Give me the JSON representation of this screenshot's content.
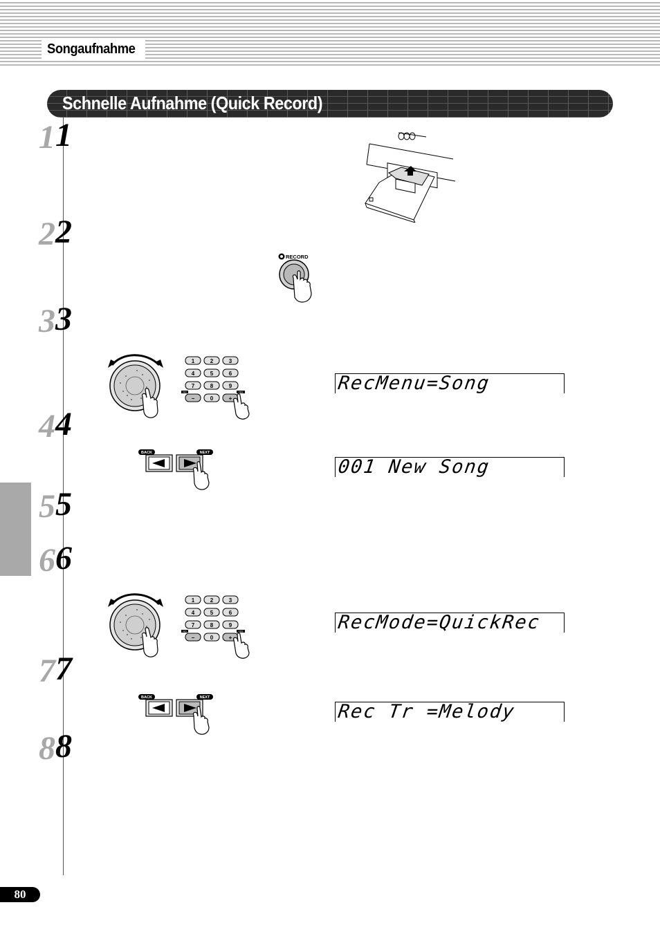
{
  "header": {
    "chapter_title": "Songaufnahme"
  },
  "section": {
    "title": "Schnelle Aufnahme (Quick Record)"
  },
  "steps": [
    {
      "number": "1"
    },
    {
      "number": "2"
    },
    {
      "number": "3"
    },
    {
      "number": "4"
    },
    {
      "number": "5"
    },
    {
      "number": "6"
    },
    {
      "number": "7"
    },
    {
      "number": "8"
    }
  ],
  "record_button": {
    "label": "RECORD"
  },
  "nav_buttons": {
    "back_label": "BACK",
    "next_label": "NEXT"
  },
  "keypad": {
    "keys": [
      "1",
      "2",
      "3",
      "4",
      "5",
      "6",
      "7",
      "8",
      "9",
      "−",
      "0",
      "+"
    ],
    "no_label": "NO",
    "yes_label": "YES"
  },
  "lcd_displays": [
    {
      "text": "RecMenu=Song"
    },
    {
      "text": "001 New Song"
    },
    {
      "text": "RecMode=QuickRec"
    },
    {
      "text": "Rec Tr =Melody"
    }
  ],
  "footer": {
    "page_number": "80"
  },
  "colors": {
    "banner": "#2a2a2a",
    "side_tab": "#a9a9a9",
    "stripe": "#b8b8b8"
  }
}
